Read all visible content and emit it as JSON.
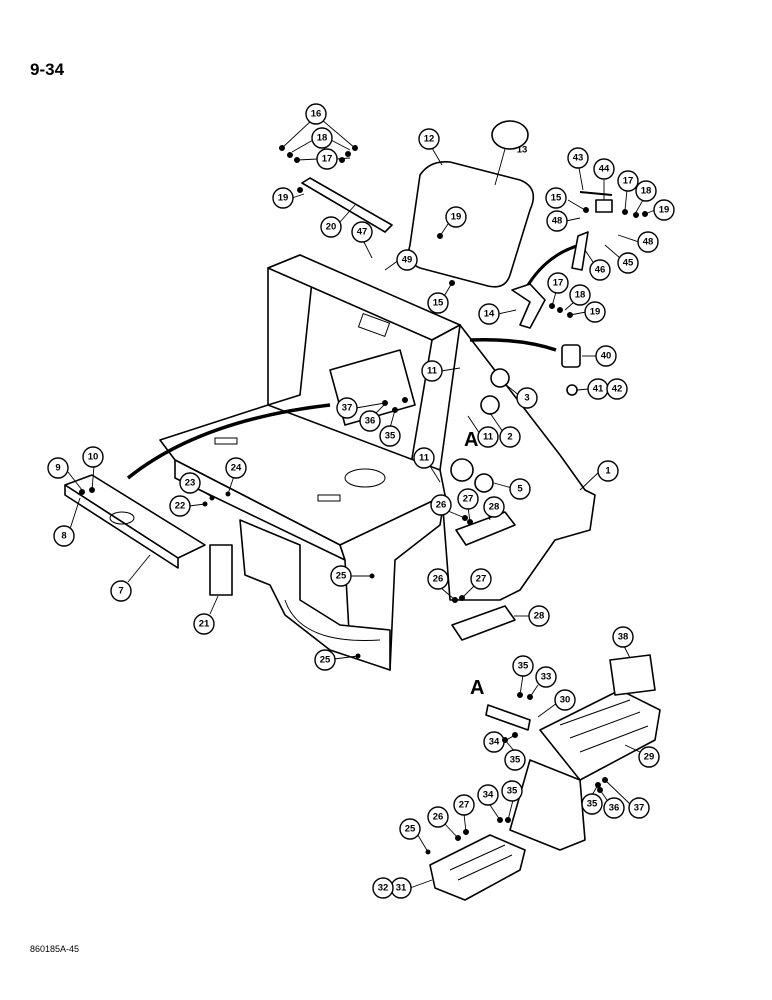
{
  "page_number": "9-34",
  "figure_code": "860185A-45",
  "view_letter": "A",
  "callouts": [
    "1",
    "2",
    "3",
    "5",
    "7",
    "8",
    "9",
    "10",
    "11",
    "11",
    "11",
    "12",
    "13",
    "14",
    "15",
    "15",
    "16",
    "17",
    "17",
    "17",
    "18",
    "18",
    "18",
    "19",
    "19",
    "19",
    "19",
    "20",
    "21",
    "22",
    "23",
    "24",
    "25",
    "25",
    "25",
    "26",
    "26",
    "26",
    "27",
    "27",
    "27",
    "28",
    "28",
    "29",
    "30",
    "31",
    "32",
    "33",
    "34",
    "34",
    "35",
    "35",
    "35",
    "35",
    "35",
    "36",
    "36",
    "37",
    "37",
    "38",
    "40",
    "41",
    "42",
    "43",
    "44",
    "45",
    "46",
    "47",
    "48",
    "48",
    "49"
  ]
}
